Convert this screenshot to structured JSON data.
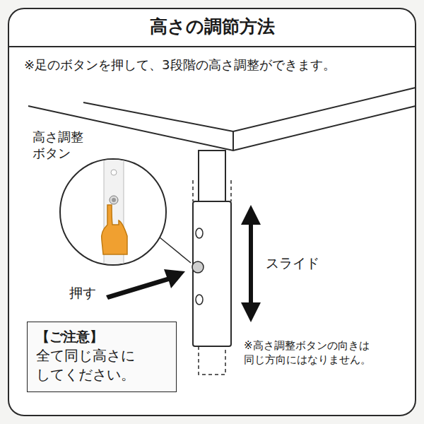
{
  "diagram": {
    "title": "高さの調節方法",
    "nodes": [
      {
        "text": [
          "【ご注意】",
          "全て同じ高さに してください。"
        ]
      }
    ],
    "labels": [
      "※足のボタンを押して、3段階の高さ調整ができます。",
      "高さ調整 ボタン",
      "押す",
      "スライド",
      "※高さ調整ボタンの向きは 同じ方向にはなりません。"
    ]
  }
}
